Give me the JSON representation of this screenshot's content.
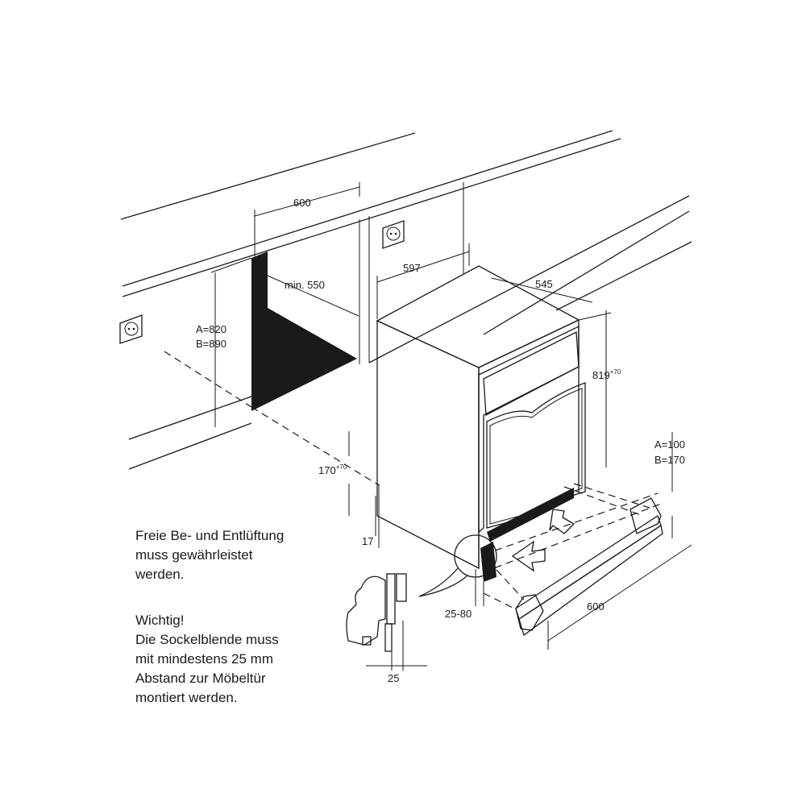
{
  "labels": {
    "niche_width": "600",
    "niche_depth": "min. 550",
    "niche_height_a": "A=820",
    "niche_height_b": "B=890",
    "unit_width": "597",
    "unit_depth": "545",
    "unit_height": "819",
    "unit_height_sup": "+70",
    "plinth_height_a": "A=100",
    "plinth_height_b": "B=170",
    "toe_height": "170",
    "toe_height_sup": "+70",
    "toe_offset": "17",
    "plinth_gap": "25-80",
    "plinth_width": "600",
    "detail_gap": "25"
  },
  "notes": {
    "ventilation": [
      "Freie Be- und Entlüftung",
      "muss gewährleistet",
      "werden."
    ],
    "important_title": "Wichtig!",
    "important": [
      "Die Sockelblende muss",
      "mit mindestens 25 mm",
      "Abstand zur Möbeltür",
      "montiert werden."
    ]
  }
}
